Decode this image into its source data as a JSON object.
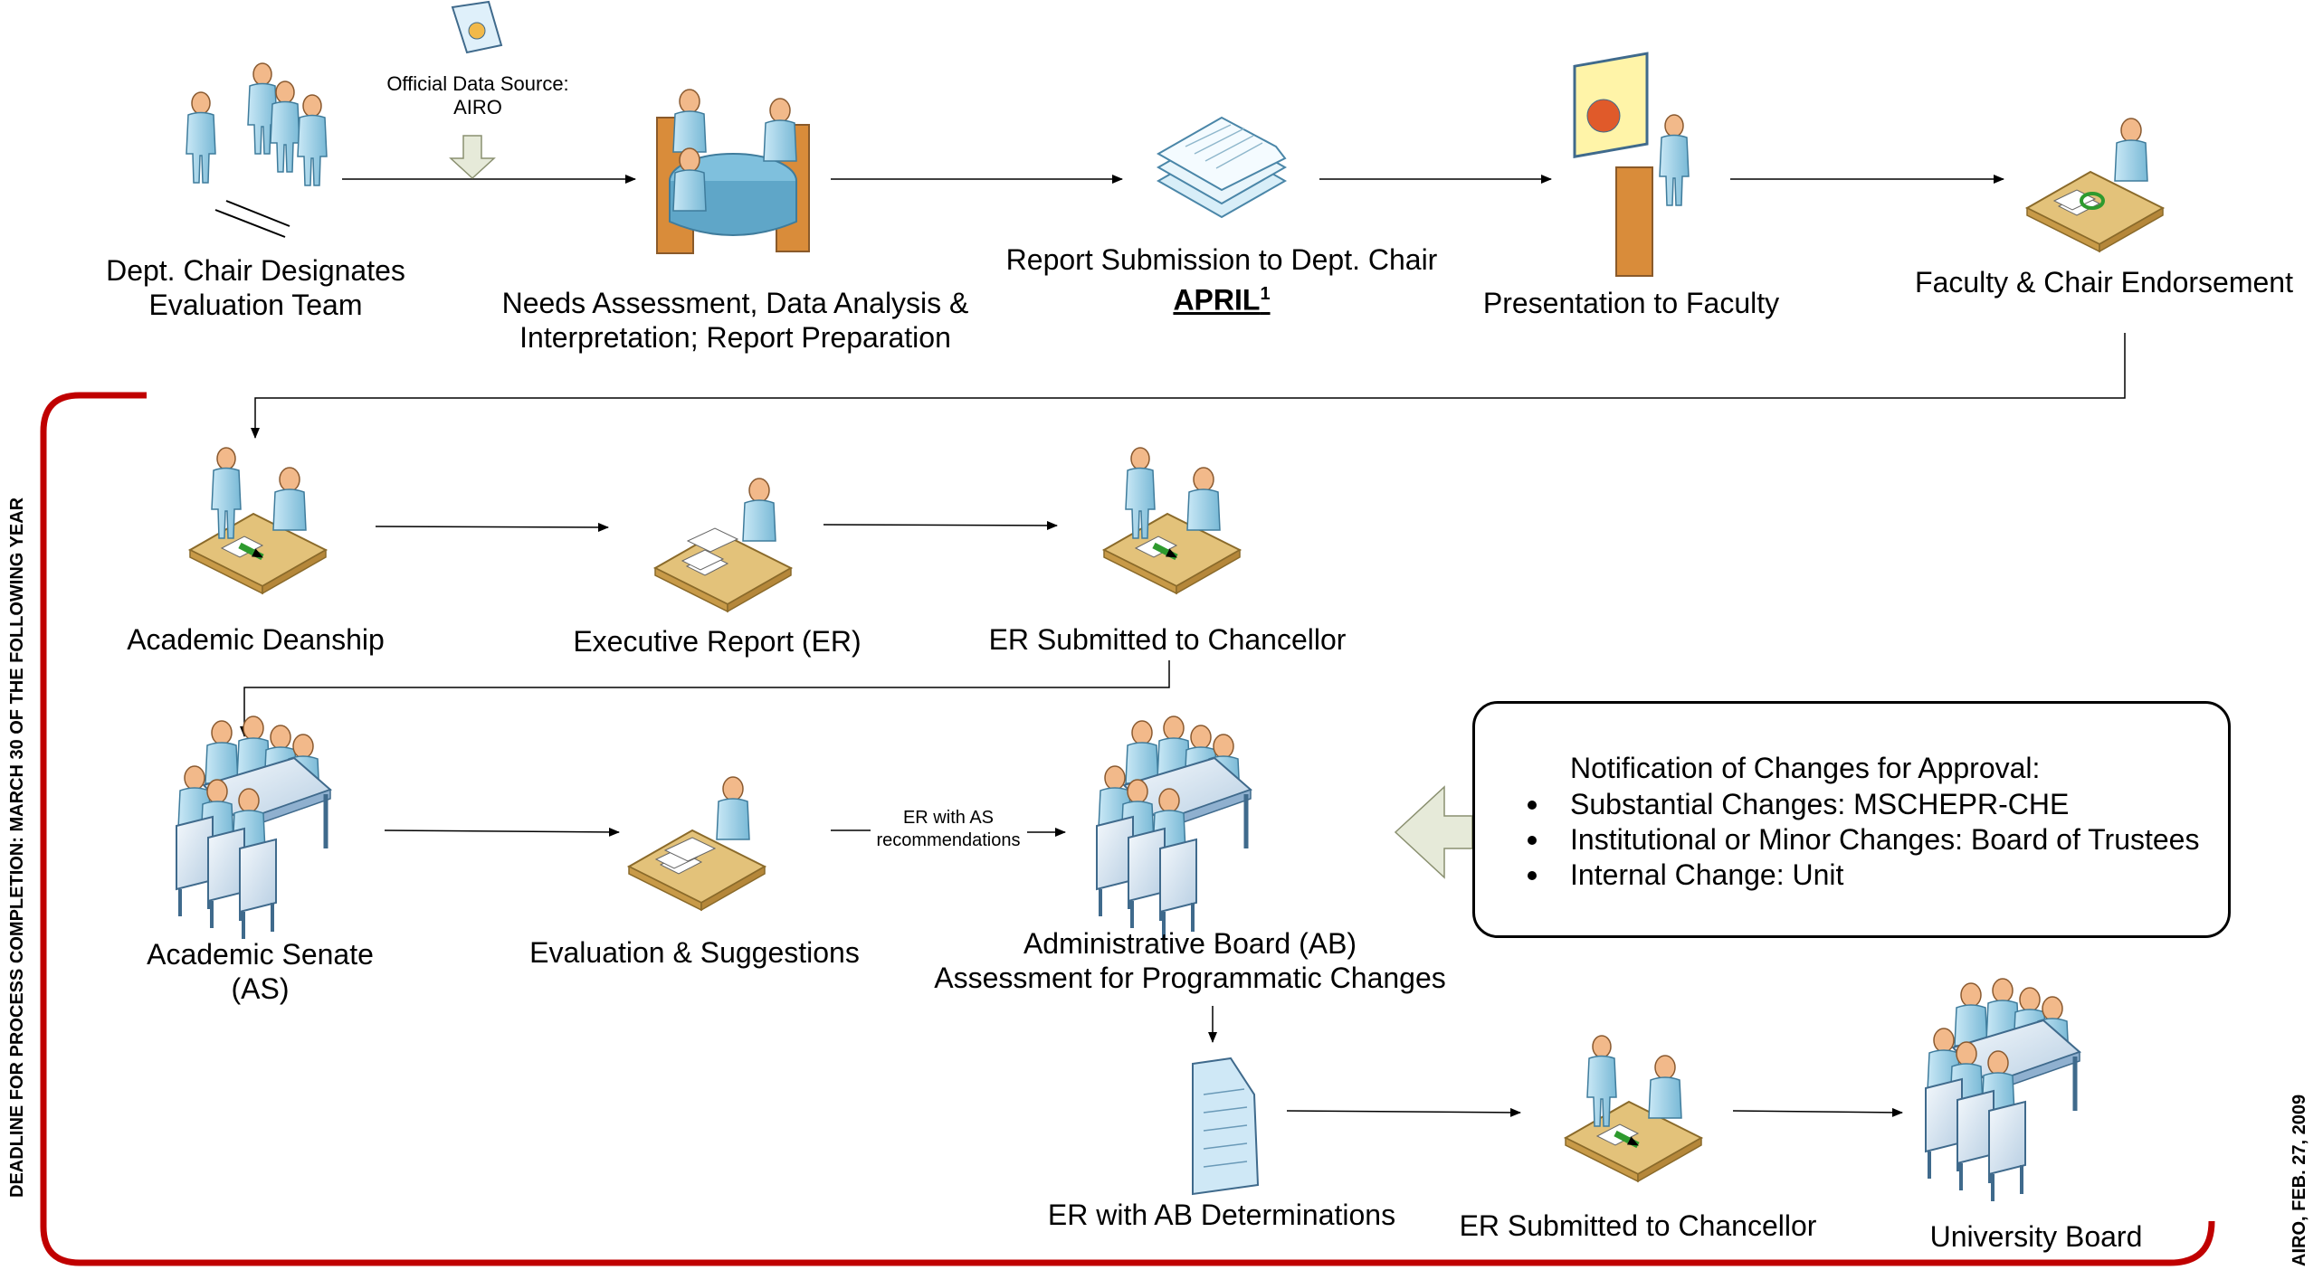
{
  "top_row": {
    "step1": {
      "line1": "Dept. Chair Designates",
      "line2": "Evaluation Team"
    },
    "data_source": {
      "line1": "Official Data Source:",
      "line2": "AIRO"
    },
    "step2": {
      "line1": "Needs Assessment, Data Analysis &",
      "line2": "Interpretation; Report Preparation"
    },
    "step3": {
      "line1": "Report Submission to Dept. Chair",
      "deadline": "APRIL",
      "footnote": "1"
    },
    "step4": {
      "line1": "Presentation to Faculty"
    },
    "step5": {
      "line1": "Faculty & Chair Endorsement"
    }
  },
  "second_row": {
    "step6": {
      "line1": "Academic Deanship"
    },
    "step7": {
      "line1": "Executive Report (ER)"
    },
    "step8": {
      "line1": "ER Submitted to Chancellor"
    }
  },
  "third_row": {
    "step9": {
      "line1": "Academic Senate",
      "line2": "(AS)"
    },
    "step10": {
      "line1": "Evaluation & Suggestions"
    },
    "arrow_note": {
      "line1": "ER with AS",
      "line2": "recommendations"
    },
    "step11": {
      "line1": "Administrative Board (AB)",
      "line2": "Assessment for Programmatic Changes"
    }
  },
  "bottom_row": {
    "step12": {
      "line1": "ER with AB Determinations"
    },
    "step13": {
      "line1": "ER Submitted to Chancellor"
    },
    "step14": {
      "line1": "University Board"
    }
  },
  "notification": {
    "title": "Notification of Changes for Approval:",
    "items": [
      "Substantial Changes: MSCHEPR-CHE",
      "Institutional or Minor Changes: Board of Trustees",
      "Internal Change: Unit"
    ]
  },
  "side_labels": {
    "deadline": "DEADLINE FOR PROCESS COMPLETION: MARCH 30 OF THE FOLLOWING YEAR",
    "credit": "AIRO, FEB. 27, 2009"
  },
  "colors": {
    "deadline_bracket": "#c00000",
    "figure_body": "#9fd3ea",
    "figure_head": "#f2b98a",
    "desk": "#e3c27a",
    "arrow": "#000000",
    "hollow_arrow": "#e6ead9"
  }
}
